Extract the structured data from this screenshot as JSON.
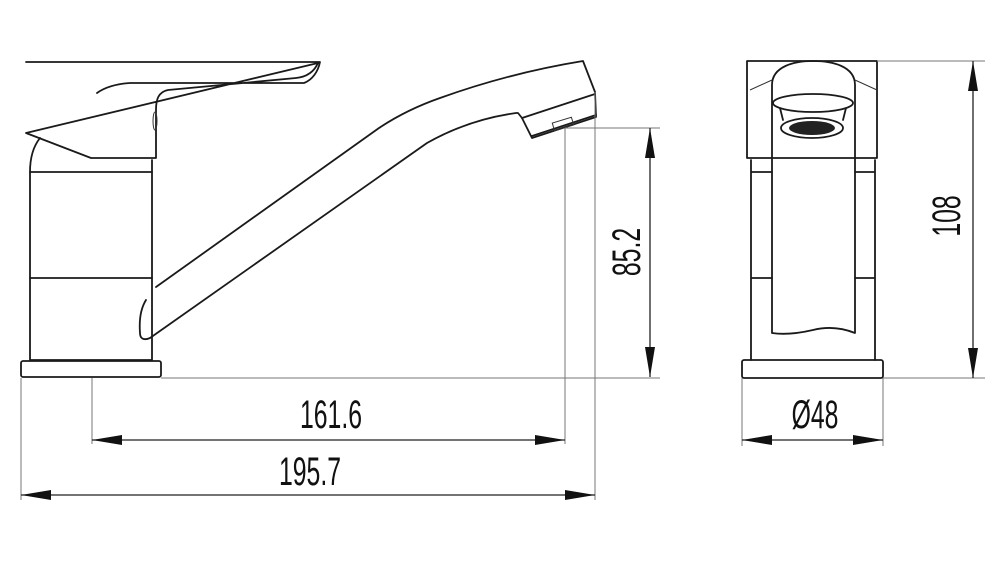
{
  "dimensions": {
    "spout_height": "85.2",
    "spout_reach": "161.6",
    "total_length": "195.7",
    "total_height": "108",
    "base_diameter": "Ø48"
  },
  "colors": {
    "line": "#1a1a1a",
    "background": "#ffffff"
  }
}
